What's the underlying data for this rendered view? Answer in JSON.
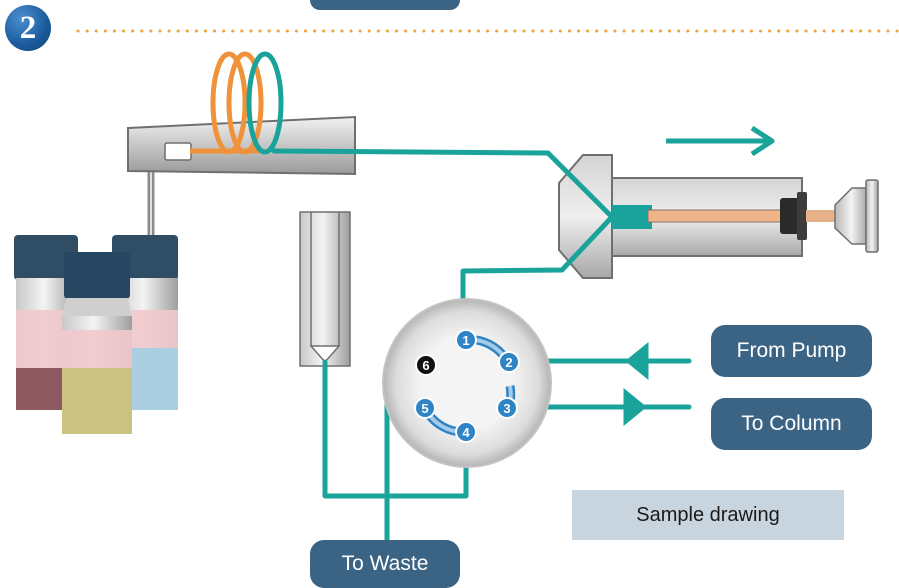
{
  "step_number": "2",
  "labels": {
    "from_pump": "From Pump",
    "to_column": "To Column",
    "to_waste": "To Waste",
    "sample_drawing": "Sample drawing"
  },
  "valve_ports": [
    "1",
    "2",
    "3",
    "4",
    "5",
    "6"
  ],
  "colors": {
    "flow_line": "#1aa39a",
    "sample_loop": "#f0923a",
    "label_fill": "#3a6384",
    "port_fill": "#2f84c6",
    "blocked_port": "#111111",
    "note_fill": "#c9d5de"
  }
}
